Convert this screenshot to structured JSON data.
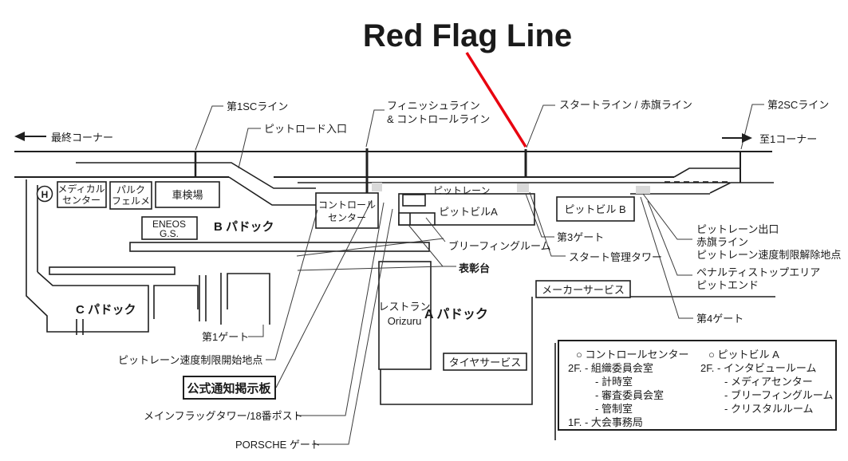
{
  "title": {
    "text": "Red Flag Line",
    "color": "#e8000f"
  },
  "track": {
    "final_corner": "最終コーナー",
    "to_corner1": "至1コーナー",
    "sc_line1": "第1SCライン",
    "pit_road_entrance": "ピットロード入口",
    "finish_line_1": "フィニッシュライン",
    "finish_line_2": "& コントロールライン",
    "start_line": "スタートライン / 赤旗ライン",
    "sc_line2": "第2SCライン"
  },
  "pit": {
    "pit_lane": "ピットレーン",
    "control_center_1": "コントロール",
    "control_center_2": "センター",
    "pit_building_a": "ピットビルA",
    "pit_building_b": "ピットビル B",
    "gate3": "第3ゲート",
    "start_tower": "スタート管理タワー",
    "briefing_room": "ブリーフィングルーム",
    "podium": "表彰台",
    "pit_exit_1": "ピットレーン出口",
    "pit_exit_2": "赤旗ライン",
    "pit_exit_3": "ピットレーン速度制限解除地点",
    "penalty_1": "ペナルティストップエリア",
    "penalty_2": "ピットエンド",
    "gate4": "第4ゲート"
  },
  "paddock": {
    "a": "A パドック",
    "b": "B パドック",
    "c": "C パドック",
    "medical_1": "メディカル",
    "medical_2": "センター",
    "parc_1": "パルク",
    "parc_2": "フェルメ",
    "inspection": "車検場",
    "eneos_1": "ENEOS",
    "eneos_2": "G.S.",
    "restaurant_1": "レストラン",
    "restaurant_2": "Orizuru",
    "tire_service": "タイヤサービス",
    "maker_service": "メーカーサービス",
    "gate1": "第1ゲート",
    "speed_limit_start": "ピットレーン速度制限開始地点",
    "official_board": "公式通知掲示板",
    "flag_tower": "メインフラッグタワー/18番ポスト",
    "porsche_gate": "PORSCHE ゲート",
    "helipad": "H"
  },
  "legend": {
    "cc": [
      "○ コントロールセンター",
      "2F. - 組織委員会室",
      "- 計時室",
      "- 審査委員会室",
      "- 管制室",
      "1F. - 大会事務局"
    ],
    "pba": [
      "○ ピットビル A",
      "2F. - インタビュールーム",
      "- メディアセンター",
      "- ブリーフィングルーム",
      "- クリスタルルーム"
    ]
  }
}
